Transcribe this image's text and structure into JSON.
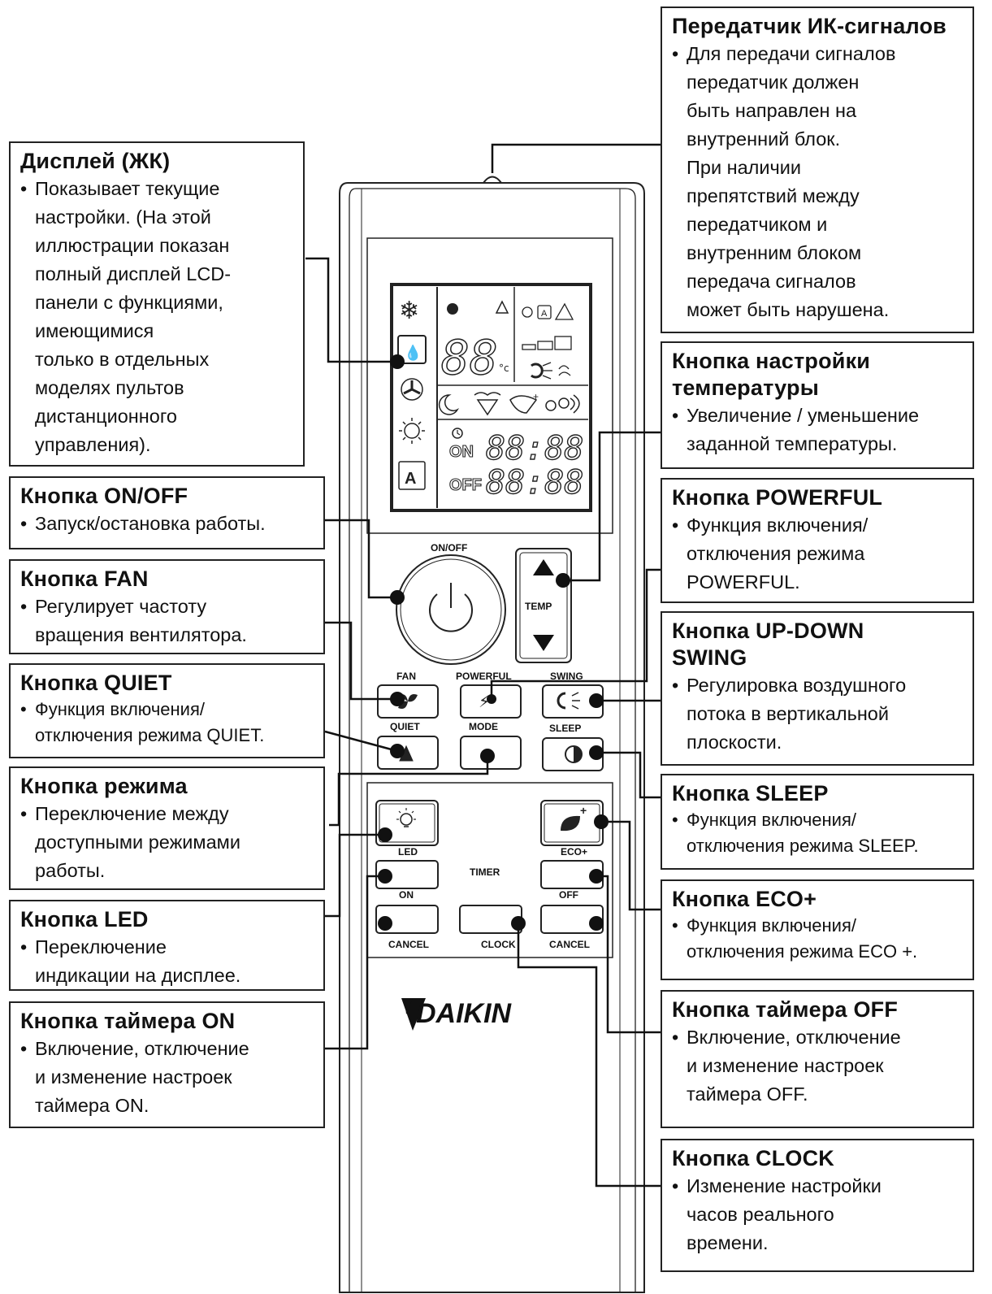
{
  "callouts": {
    "ir": {
      "title": "Передатчик ИК-сигналов",
      "desc": "Для передачи сигналов\nпередатчик должен\nбыть направлен на\nвнутренний блок.\nПри наличии\nпрепятствий между\nпередатчиком и\nвнутренним блоком\nпередача сигналов\nможет быть нарушена."
    },
    "display": {
      "title": "Дисплей (ЖК)",
      "desc": "Показывает текущие\nнастройки. (На этой\nиллюстрации показан\nполный дисплей LCD-\nпанели с функциями,\nимеющимися\nтолько в отдельных\nмоделях пультов\nдистанционного\nуправления)."
    },
    "temp": {
      "title": "Кнопка настройки\nтемпературы",
      "desc": "Увеличение / уменьшение\nзаданной температуры."
    },
    "onoff": {
      "title": "Кнопка ON/OFF",
      "desc": "Запуск/остановка работы."
    },
    "powerful": {
      "title": "Кнопка POWERFUL",
      "desc": "Функция включения/\nотключения режима\nPOWERFUL."
    },
    "fan": {
      "title": "Кнопка FAN",
      "desc": "Регулирует частоту\nвращения вентилятора."
    },
    "swing": {
      "title": "Кнопка UP-DOWN\nSWING",
      "desc": "Регулировка воздушного\nпотока в вертикальной\nплоскости."
    },
    "quiet": {
      "title": "Кнопка QUIET",
      "desc": "Функция включения/\nотключения режима QUIET."
    },
    "mode": {
      "title": "Кнопка режима",
      "desc": "Переключение между\nдоступными режимами\nработы."
    },
    "sleep": {
      "title": "Кнопка SLEEP",
      "desc": "Функция включения/\nотключения режима SLEEP."
    },
    "led": {
      "title": "Кнопка LED",
      "desc": "Переключение\nиндикации на дисплее."
    },
    "eco": {
      "title": "Кнопка ECO+",
      "desc": "Функция включения/\nотключения режима ECO +."
    },
    "timer_on": {
      "title": "Кнопка таймера ON",
      "desc": "Включение, отключение\nи изменение настроек\nтаймера ON."
    },
    "timer_off": {
      "title": "Кнопка таймера OFF",
      "desc": "Включение, отключение\nи изменение настроек\nтаймера OFF."
    },
    "clock": {
      "title": "Кнопка CLOCK",
      "desc": "Изменение настройки\nчасов реального\nвремени."
    }
  },
  "remote": {
    "brand": "DAIKIN",
    "labels": {
      "onoff": "ON/OFF",
      "temp": "TEMP",
      "fan": "FAN",
      "powerful": "POWERFUL",
      "swing": "SWING",
      "quiet": "QUIET",
      "mode": "MODE",
      "sleep": "SLEEP",
      "led": "LED",
      "eco": "ECO+",
      "timer": "TIMER",
      "on": "ON",
      "off": "OFF",
      "cancel_left": "CANCEL",
      "clock": "CLOCK",
      "cancel_right": "CANCEL"
    },
    "lcd": {
      "on": "ON",
      "off": "OFF",
      "temp_digits": "88",
      "time_on": "88:88",
      "time_off": "88:88"
    }
  }
}
